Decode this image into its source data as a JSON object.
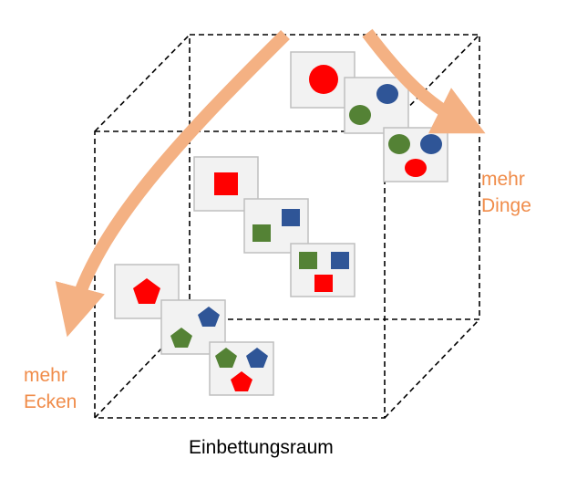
{
  "caption": "Einbettungsraum",
  "arrows": {
    "right": {
      "line1": "mehr",
      "line2": "Dinge"
    },
    "left": {
      "line1": "mehr",
      "line2": "Ecken"
    }
  },
  "colors": {
    "arrow": "#F4B183",
    "arrow_text": "#F08C4A",
    "red": "#FF0000",
    "green": "#548235",
    "blue": "#2F5597",
    "card_fill": "#F2F2F2",
    "card_border": "#BFBFBF",
    "cube_edge": "#000000"
  },
  "groups": {
    "circles": [
      "red-circle",
      "green+blue-circles",
      "green+blue+red-circles"
    ],
    "squares": [
      "red-square",
      "green+blue-squares",
      "green+blue+red-squares"
    ],
    "pentagons": [
      "red-pentagon",
      "green+blue-pentagons",
      "green+blue+red-pentagons"
    ]
  }
}
